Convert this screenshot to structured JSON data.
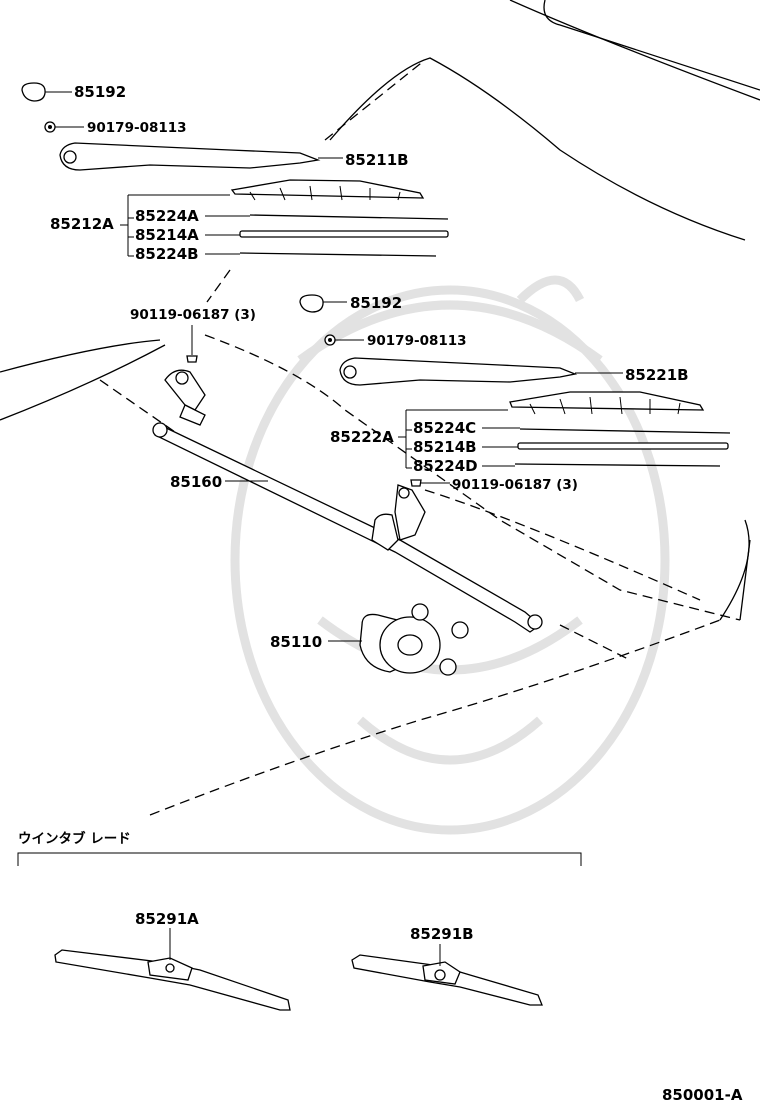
{
  "diagram": {
    "parts": {
      "cap_upper": "85192",
      "nut_upper": "90179-08113",
      "arm_left": "85211B",
      "blade_left_assy": "85212A",
      "rubber_left_a": "85224A",
      "plate_left": "85214A",
      "rubber_left_b": "85224B",
      "bolt_left": "90119-06187 (3)",
      "cap_lower": "85192",
      "nut_lower": "90179-08113",
      "arm_right": "85221B",
      "blade_right_assy": "85222A",
      "rubber_right_c": "85224C",
      "plate_right": "85214B",
      "rubber_right_d": "85224D",
      "bolt_right": "90119-06187 (3)",
      "link_assy": "85160",
      "motor_assy": "85110",
      "blade_a": "85291A",
      "blade_b": "85291B"
    },
    "section_title": "ウインタブ レード",
    "figure_code": "850001-A"
  }
}
